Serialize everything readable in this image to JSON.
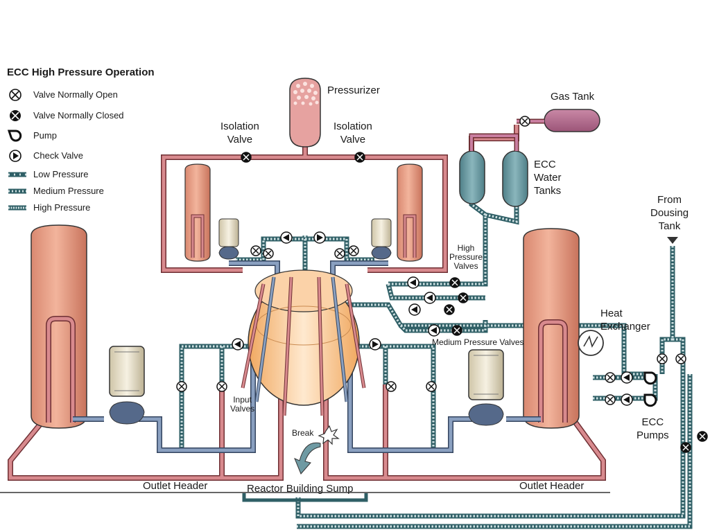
{
  "title": "ECC High Pressure Operation",
  "legend": [
    {
      "symbol": "valve-open",
      "label": "Valve Normally Open"
    },
    {
      "symbol": "valve-closed",
      "label": "Valve Normally Closed"
    },
    {
      "symbol": "pump",
      "label": "Pump"
    },
    {
      "symbol": "check-valve",
      "label": "Check Valve"
    },
    {
      "symbol": "pipe-low",
      "label": "Low Pressure"
    },
    {
      "symbol": "pipe-medium",
      "label": "Medium Pressure"
    },
    {
      "symbol": "pipe-high",
      "label": "High Pressure"
    }
  ],
  "labels": {
    "pressurizer": "Pressurizer",
    "isolation_valve_left": "Isolation\nValve",
    "isolation_valve_right": "Isolation\nValve",
    "gas_tank": "Gas Tank",
    "ecc_water_tanks": "ECC\nWater\nTanks",
    "from_dousing_tank": "From\nDousing\nTank",
    "high_pressure_valves": "High\nPressure\nValves",
    "heat_exchanger": "Heat\nExchanger",
    "medium_pressure_valves": "Medium Pressure Valves",
    "input_valves": "Input\nValves",
    "break": "Break",
    "ecc_pumps": "ECC\nPumps",
    "outlet_header_left": "Outlet Header",
    "outlet_header_right": "Outlet Header",
    "reactor_building_sump": "Reactor Building Sump"
  },
  "colors": {
    "hot_pipe": "#c96a6e",
    "cold_pipe": "#6f86a8",
    "ecc_pipe": "#5f8f96",
    "steam_generator": "#e29a80",
    "pressurizer": "#e6a2a0",
    "gas_tank": "#b06a8c",
    "water_tank": "#5f9098",
    "reactor": "#f4b478",
    "outline": "#333333"
  }
}
